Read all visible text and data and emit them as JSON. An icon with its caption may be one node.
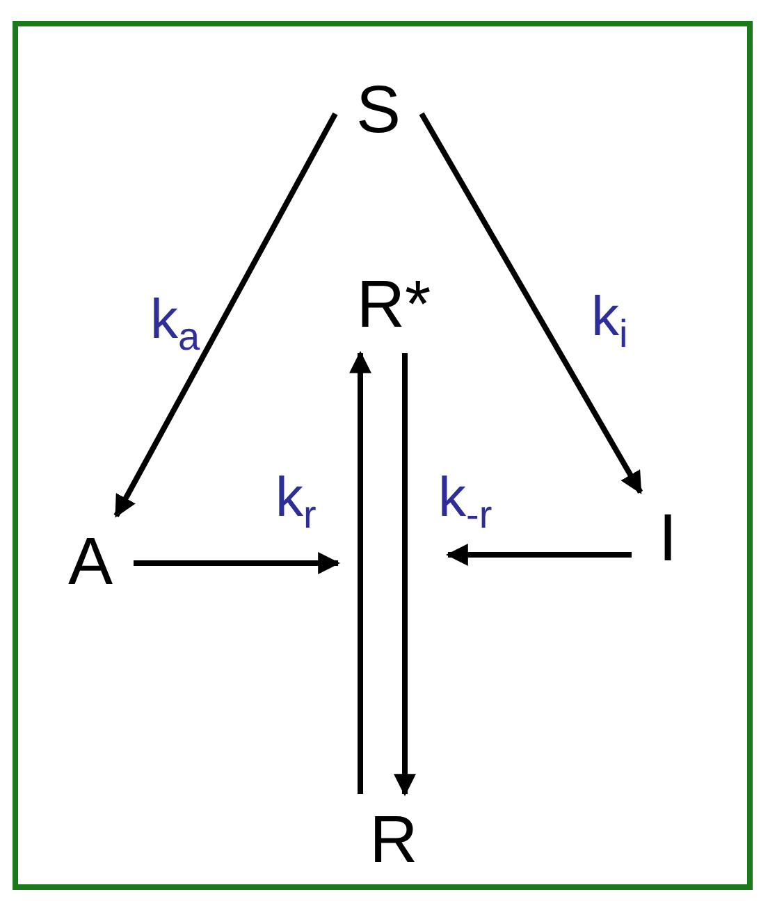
{
  "diagram": {
    "nodes": [
      {
        "text": [
          "S"
        ]
      },
      {
        "text": [
          "R*"
        ]
      },
      {
        "text": [
          "A"
        ]
      },
      {
        "text": [
          "I"
        ]
      },
      {
        "text": [
          "R"
        ]
      }
    ],
    "edges": [
      {
        "from": 0,
        "to": 2,
        "arrow": "to",
        "label": "k$_{a}$"
      },
      {
        "from": 0,
        "to": 3,
        "arrow": "to",
        "label": "k$_{i}$"
      },
      {
        "from": 4,
        "to": 1,
        "arrow": "to"
      },
      {
        "from": 1,
        "to": 4,
        "arrow": "to"
      },
      {
        "from": 2,
        "to": null,
        "arrow": "to",
        "label": "k$_{r}$"
      },
      {
        "from": 3,
        "to": null,
        "arrow": "to",
        "label": "k$_{-r}$"
      }
    ]
  }
}
